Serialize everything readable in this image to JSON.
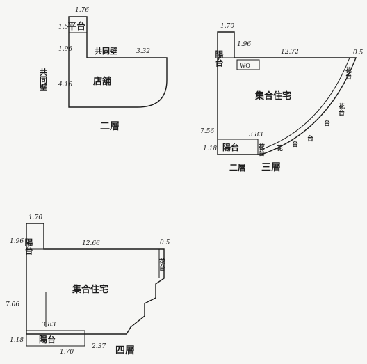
{
  "floor2": {
    "title": "二層",
    "shop": "店舖",
    "balcony": "平台",
    "shared_wall_side": "共同壁",
    "shared_wall_top": "共同壁",
    "dims": {
      "balcony_width": "1.76",
      "balcony_height": "1.5",
      "left_upper": "1.96",
      "left_wall": "4.16",
      "top_wall": "3.32"
    }
  },
  "floor3": {
    "title": "三層",
    "note": "二層",
    "living": "集合住宅",
    "balcony_top": "陽台",
    "balcony_bottom": "陽台",
    "flower_box_top": "花台",
    "flower_box_bottom": "花台",
    "flower_box_curve": "花台",
    "curved_label_chars": [
      "花",
      "台",
      "台",
      "台"
    ],
    "stamp": "WO",
    "dims": {
      "balcony_width": "1.70",
      "balcony_height": "1.96",
      "top_wall": "12.72",
      "corner": "0.5",
      "left_wall": "7.56",
      "bottom_balcony_width": "3.83",
      "bottom_balcony_height": "1.18"
    }
  },
  "floor4": {
    "title": "四層",
    "living": "集合住宅",
    "balcony_top": "陽台",
    "balcony_bottom": "陽台",
    "flower_box": "花台",
    "dims": {
      "balcony_width": "1.70",
      "balcony_height": "1.96",
      "top_wall": "12.66",
      "corner": "0.5",
      "left_wall": "7.06",
      "bottom_balcony_width": "3.83",
      "bottom_balcony_height": "1.18",
      "bottom_balcony_base": "1.70",
      "bottom_step": "2.37"
    }
  }
}
